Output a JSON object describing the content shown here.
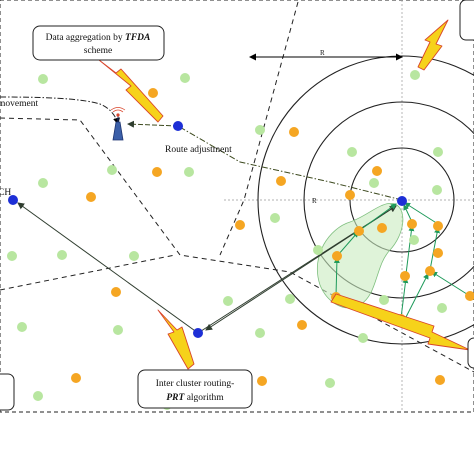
{
  "callouts": {
    "tfda_line1": "Data aggregation by TFDA",
    "tfda_line2": "scheme",
    "prt_line1": "Inter cluster routing-",
    "prt_line2": "PRT algorithm"
  },
  "labels": {
    "movement": "movement",
    "route_adjustment": "Route adjustment",
    "ch": "CH",
    "radius_r": "R",
    "radius_top": "R"
  },
  "colors": {
    "green_node": "#b8e6a0",
    "orange_node": "#f5a623",
    "blue_node": "#1d2fd6",
    "green_arrow": "#1e9a5a",
    "callout_arrow_fill": "#f6d21a",
    "callout_arrow_edge": "#d9452b"
  },
  "icons": {
    "sink": "antenna-tower-icon"
  }
}
